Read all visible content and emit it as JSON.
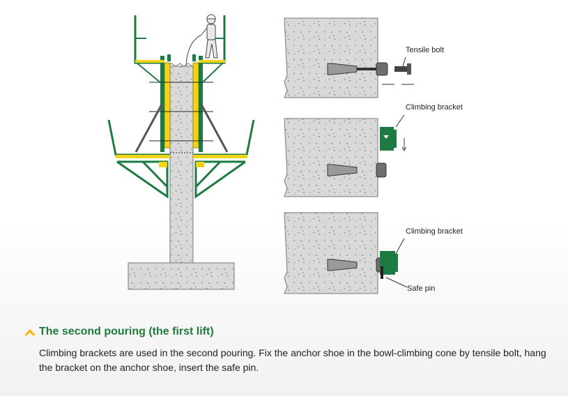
{
  "callouts": {
    "tensile_bolt": "Tensile bolt",
    "climbing_bracket_1": "Climbing bracket",
    "climbing_bracket_2": "Climbing bracket",
    "safe_pin": "Safe pin"
  },
  "section": {
    "heading": "The second pouring (the first lift)",
    "body": "Climbing brackets are used in the second pouring. Fix the anchor shoe in the bowl-climbing cone by tensile bolt, hang the bracket on the anchor shoe, insert the safe pin."
  },
  "colors": {
    "bracket_green": "#1e7a43",
    "formwork_yellow": "#f2d21b",
    "concrete_gray": "#d8d8d8",
    "heading_green": "#1f7a3c",
    "chevron_yellow": "#f5b800"
  }
}
